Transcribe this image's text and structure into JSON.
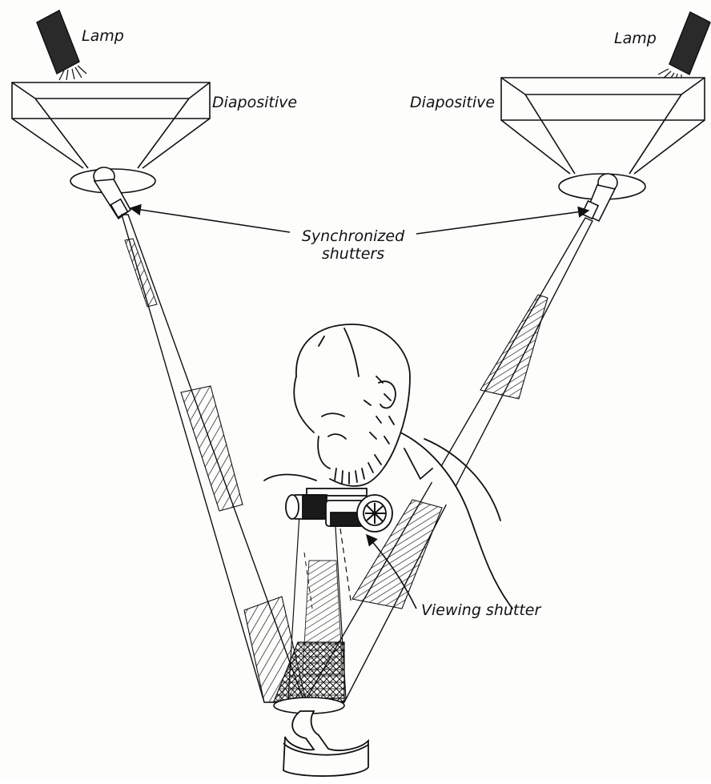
{
  "labels": {
    "lamp_left": "Lamp",
    "lamp_right": "Lamp",
    "diapositive_left": "Diapositive",
    "diapositive_right": "Diapositive",
    "synchronized_line1": "Synchronized",
    "synchronized_line2": "shutters",
    "viewing_shutter": "Viewing shutter"
  },
  "colors": {
    "ink": "#111111",
    "paper": "#fdfdfc",
    "lamp_fill": "#2a2a2a"
  },
  "icons": {
    "lamp_left": "lamp-icon",
    "lamp_right": "lamp-icon",
    "viewer": "observer-figure",
    "viewing_shutter": "binocular-shutter-icon",
    "platen": "tracing-table-icon"
  }
}
